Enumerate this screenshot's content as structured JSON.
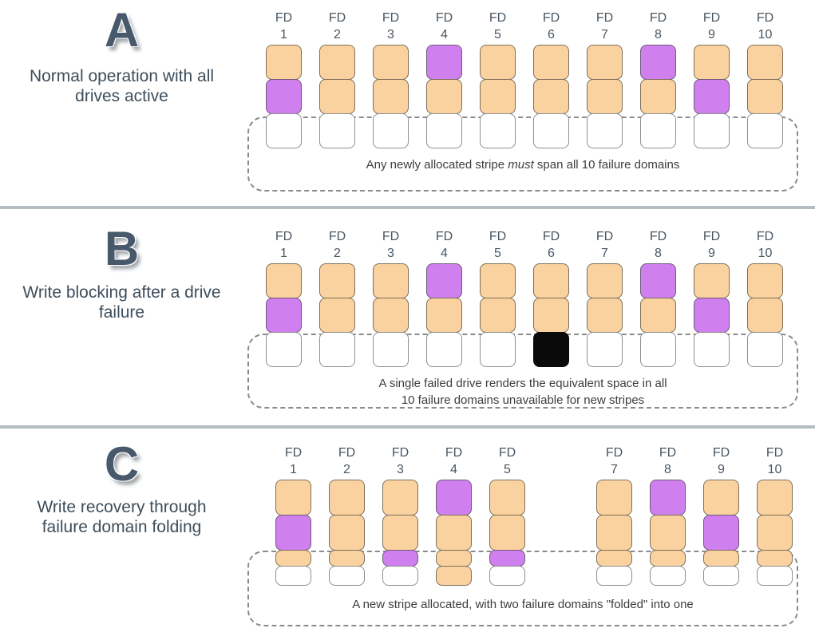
{
  "colors": {
    "orange": "#FAD2A0",
    "purple": "#D07FEF",
    "black": "#0A0A0A",
    "white": "#FFFFFF",
    "slate": "#47596B",
    "separator": "#B4BDC1"
  },
  "fd_prefix": "FD",
  "panels": [
    {
      "letter": "A",
      "title": "Normal operation with all\ndrives active",
      "caption_lines": [
        [
          {
            "text": "Any newly allocated stripe "
          },
          {
            "text": "must",
            "italic": true
          },
          {
            "text": " span all 10 failure domains"
          }
        ]
      ],
      "columns": [
        {
          "fd": 1,
          "blocks": [
            {
              "c": "orange"
            },
            {
              "c": "purple"
            },
            {
              "c": "white"
            }
          ]
        },
        {
          "fd": 2,
          "blocks": [
            {
              "c": "orange"
            },
            {
              "c": "orange"
            },
            {
              "c": "white"
            }
          ]
        },
        {
          "fd": 3,
          "blocks": [
            {
              "c": "orange"
            },
            {
              "c": "orange"
            },
            {
              "c": "white"
            }
          ]
        },
        {
          "fd": 4,
          "blocks": [
            {
              "c": "purple"
            },
            {
              "c": "orange"
            },
            {
              "c": "white"
            }
          ]
        },
        {
          "fd": 5,
          "blocks": [
            {
              "c": "orange"
            },
            {
              "c": "orange"
            },
            {
              "c": "white"
            }
          ]
        },
        {
          "fd": 6,
          "blocks": [
            {
              "c": "orange"
            },
            {
              "c": "orange"
            },
            {
              "c": "white"
            }
          ]
        },
        {
          "fd": 7,
          "blocks": [
            {
              "c": "orange"
            },
            {
              "c": "orange"
            },
            {
              "c": "white"
            }
          ]
        },
        {
          "fd": 8,
          "blocks": [
            {
              "c": "purple"
            },
            {
              "c": "orange"
            },
            {
              "c": "white"
            }
          ]
        },
        {
          "fd": 9,
          "blocks": [
            {
              "c": "orange"
            },
            {
              "c": "purple"
            },
            {
              "c": "white"
            }
          ]
        },
        {
          "fd": 10,
          "blocks": [
            {
              "c": "orange"
            },
            {
              "c": "orange"
            },
            {
              "c": "white"
            }
          ]
        }
      ]
    },
    {
      "letter": "B",
      "title": "Write blocking after a drive\nfailure",
      "caption_lines": [
        [
          {
            "text": "A single failed drive renders the equivalent space in all"
          }
        ],
        [
          {
            "text": "10 failure domains unavailable for new stripes"
          }
        ]
      ],
      "columns": [
        {
          "fd": 1,
          "blocks": [
            {
              "c": "orange"
            },
            {
              "c": "purple"
            },
            {
              "c": "white"
            }
          ]
        },
        {
          "fd": 2,
          "blocks": [
            {
              "c": "orange"
            },
            {
              "c": "orange"
            },
            {
              "c": "white"
            }
          ]
        },
        {
          "fd": 3,
          "blocks": [
            {
              "c": "orange"
            },
            {
              "c": "orange"
            },
            {
              "c": "white"
            }
          ]
        },
        {
          "fd": 4,
          "blocks": [
            {
              "c": "purple"
            },
            {
              "c": "orange"
            },
            {
              "c": "white"
            }
          ]
        },
        {
          "fd": 5,
          "blocks": [
            {
              "c": "orange"
            },
            {
              "c": "orange"
            },
            {
              "c": "white"
            }
          ]
        },
        {
          "fd": 6,
          "blocks": [
            {
              "c": "orange"
            },
            {
              "c": "orange"
            },
            {
              "c": "black"
            }
          ]
        },
        {
          "fd": 7,
          "blocks": [
            {
              "c": "orange"
            },
            {
              "c": "orange"
            },
            {
              "c": "white"
            }
          ]
        },
        {
          "fd": 8,
          "blocks": [
            {
              "c": "purple"
            },
            {
              "c": "orange"
            },
            {
              "c": "white"
            }
          ]
        },
        {
          "fd": 9,
          "blocks": [
            {
              "c": "orange"
            },
            {
              "c": "purple"
            },
            {
              "c": "white"
            }
          ]
        },
        {
          "fd": 10,
          "blocks": [
            {
              "c": "orange"
            },
            {
              "c": "orange"
            },
            {
              "c": "white"
            }
          ]
        }
      ]
    },
    {
      "letter": "C",
      "title": "Write recovery through\nfailure domain folding",
      "caption_lines": [
        [
          {
            "text": "A new stripe allocated, with two failure domains \"folded\" into one"
          }
        ]
      ],
      "columns": [
        {
          "fd": 1,
          "blocks": [
            {
              "c": "orange"
            },
            {
              "c": "purple"
            },
            {
              "c": "orange",
              "s": "half"
            },
            {
              "c": "white",
              "s": "bottom"
            }
          ]
        },
        {
          "fd": 2,
          "blocks": [
            {
              "c": "orange"
            },
            {
              "c": "orange"
            },
            {
              "c": "orange",
              "s": "half"
            },
            {
              "c": "white",
              "s": "bottom"
            }
          ]
        },
        {
          "fd": 3,
          "blocks": [
            {
              "c": "orange"
            },
            {
              "c": "orange"
            },
            {
              "c": "purple",
              "s": "half"
            },
            {
              "c": "white",
              "s": "bottom"
            }
          ]
        },
        {
          "fd": 4,
          "blocks": [
            {
              "c": "purple"
            },
            {
              "c": "orange"
            },
            {
              "c": "orange",
              "s": "half"
            },
            {
              "c": "orange",
              "s": "bottom"
            }
          ]
        },
        {
          "fd": 5,
          "blocks": [
            {
              "c": "orange"
            },
            {
              "c": "orange"
            },
            {
              "c": "purple",
              "s": "half"
            },
            {
              "c": "white",
              "s": "bottom"
            }
          ]
        },
        {
          "fd": 7,
          "blocks": [
            {
              "c": "orange"
            },
            {
              "c": "orange"
            },
            {
              "c": "orange",
              "s": "half"
            },
            {
              "c": "white",
              "s": "bottom"
            }
          ]
        },
        {
          "fd": 8,
          "blocks": [
            {
              "c": "purple"
            },
            {
              "c": "orange"
            },
            {
              "c": "orange",
              "s": "half"
            },
            {
              "c": "white",
              "s": "bottom"
            }
          ]
        },
        {
          "fd": 9,
          "blocks": [
            {
              "c": "orange"
            },
            {
              "c": "purple"
            },
            {
              "c": "orange",
              "s": "half"
            },
            {
              "c": "white",
              "s": "bottom"
            }
          ]
        },
        {
          "fd": 10,
          "blocks": [
            {
              "c": "orange"
            },
            {
              "c": "orange"
            },
            {
              "c": "orange",
              "s": "half"
            },
            {
              "c": "white",
              "s": "bottom"
            }
          ]
        }
      ]
    }
  ]
}
